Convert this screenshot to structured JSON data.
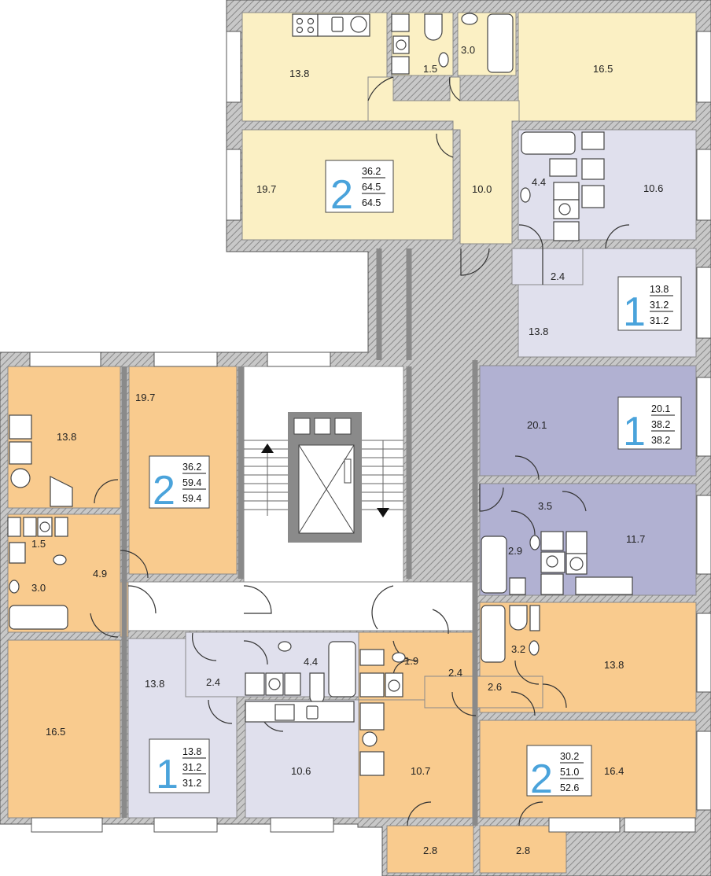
{
  "colors": {
    "apt_2_top": "#fbf0c4",
    "apt_1_top": "#e0e0ed",
    "apt_1_mid": "#b1b1d2",
    "apt_2_left": "#f9cb8e",
    "apt_1_bottom": "#e0e0ed",
    "apt_2_bottom": "#f9cb8e",
    "corridor": "#ffffff",
    "wall": "#8a8a8a",
    "label_blue": "#4aa3db"
  },
  "icons": [
    "window",
    "door-swing",
    "stove",
    "sink",
    "toilet",
    "bathtub",
    "washbasin",
    "elevator",
    "stair-arrow-up",
    "stair-arrow-down"
  ],
  "apartments": [
    {
      "id": "apt-top-2",
      "rooms_label": "2",
      "areas": [
        "36.2",
        "64.5",
        "64.5"
      ]
    },
    {
      "id": "apt-top-right-1",
      "rooms_label": "1",
      "areas": [
        "13.8",
        "31.2",
        "31.2"
      ]
    },
    {
      "id": "apt-mid-right-1",
      "rooms_label": "1",
      "areas": [
        "20.1",
        "38.2",
        "38.2"
      ]
    },
    {
      "id": "apt-left-2",
      "rooms_label": "2",
      "areas": [
        "36.2",
        "59.4",
        "59.4"
      ]
    },
    {
      "id": "apt-bottom-1",
      "rooms_label": "1",
      "areas": [
        "13.8",
        "31.2",
        "31.2"
      ]
    },
    {
      "id": "apt-bottom-right-2",
      "rooms_label": "2",
      "areas": [
        "30.2",
        "51.0",
        "52.6"
      ]
    }
  ],
  "rooms": {
    "t_kitchen": "13.8",
    "t_wc": "1.5",
    "t_bath": "3.0",
    "t_bed": "16.5",
    "t_living": "19.7",
    "t_hall": "10.0",
    "r1_bath": "4.4",
    "r1_kitchen": "10.6",
    "r1_hall": "2.4",
    "r1_room": "13.8",
    "m1_room": "20.1",
    "m1_hall": "3.5",
    "m1_bath": "2.9",
    "m1_kitchen": "11.7",
    "l_living": "19.7",
    "l_kitchen": "13.8",
    "l_wc": "1.5",
    "l_hall": "4.9",
    "l_bath": "3.0",
    "l_bed": "16.5",
    "b1_room": "13.8",
    "b1_hall": "2.4",
    "b1_bath": "4.4",
    "b1_kitchen": "10.6",
    "b2_wc": "1.9",
    "b2_hall1": "2.4",
    "b2_hall2": "2.6",
    "b2_bath": "3.2",
    "b2_bed": "13.8",
    "b2_kitchen": "10.7",
    "b2_living": "16.4",
    "b2_loggia1": "2.8",
    "b2_loggia2": "2.8"
  }
}
